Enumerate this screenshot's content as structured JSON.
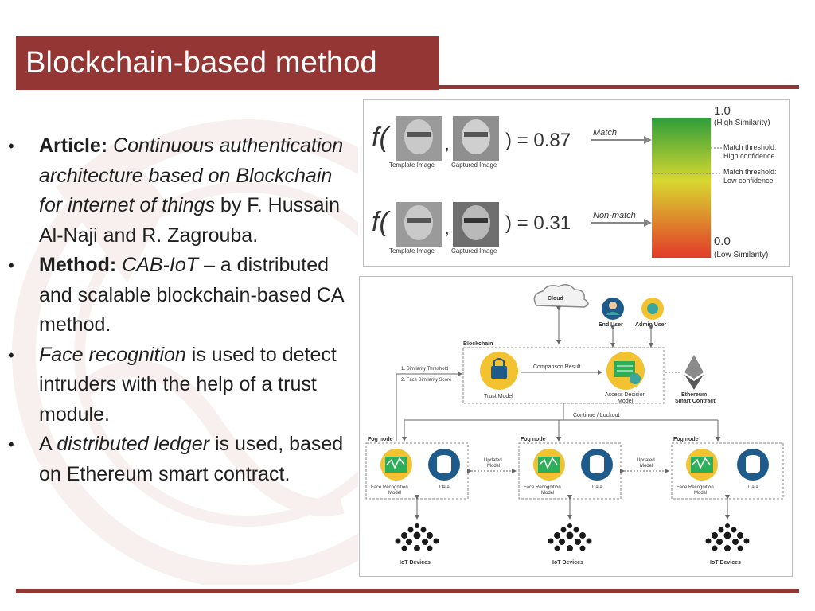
{
  "slide": {
    "title": "Blockchain-based method",
    "bullets": [
      {
        "label": "Article:",
        "title": "Continuous authentication architecture based on Blockchain for internet of things",
        "rest": " by F. Hussain Al-Naji and R. Zagrouba."
      },
      {
        "label": "Method:",
        "name": "CAB-IoT",
        "rest": " – a distributed and scalable blockchain-based CA method."
      },
      {
        "term": "Face recognition",
        "rest": " is used to detect intruders with the help of a trust module."
      },
      {
        "prefix": "A ",
        "term": "distributed ledger",
        "rest": " is used, based on Ethereum smart contract."
      }
    ]
  },
  "similarity_figure": {
    "f_symbol": "f(",
    "comma": ",",
    "row1": {
      "close": ") = 0.87",
      "arrow_label": "Match"
    },
    "row2": {
      "close": ") = 0.31",
      "arrow_label": "Non-match"
    },
    "template_caption": "Template Image",
    "captured_caption": "Captured Image",
    "scale_top": "1.0",
    "scale_top_note": "(High Similarity)",
    "threshold_high_line1": "Match threshold:",
    "threshold_high_line2": "High confidence",
    "threshold_low_line1": "Match threshold:",
    "threshold_low_line2": "Low confidence",
    "scale_bottom": "0.0",
    "scale_bottom_note": "(Low Similarity)",
    "colors": {
      "high": "#2e9d3a",
      "mid": "#d8d830",
      "low": "#e23a2a"
    }
  },
  "architecture": {
    "cloud": "Cloud",
    "end_user": "End User",
    "admin_user": "Admin User",
    "blockchain": "Blockchain",
    "similarity_threshold": "1. Similarity Threshold",
    "face_similarity_score": "2. Face Similarity Score",
    "comparison_result": "Comparison Result",
    "trust_model": "Trust Model",
    "access_decision_line1": "Access Decision",
    "access_decision_line2": "Model",
    "ethereum_line1": "Ethereum",
    "ethereum_line2": "Smart Contract",
    "continue_lockout": "Continue / Lockout",
    "fog_node": "Fog node",
    "face_recognition_line1": "Face Recognition",
    "face_recognition_line2": "Model",
    "data": "Data",
    "updated_model_line1": "Updated",
    "updated_model_line2": "Model",
    "iot_devices": "IoT Devices",
    "colors": {
      "accent_blue": "#1f5b8a",
      "teal": "#3aa6a0",
      "yellow": "#f2c230",
      "green": "#2fae5a"
    }
  }
}
